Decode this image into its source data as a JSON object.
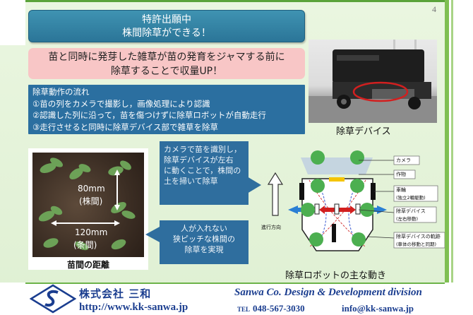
{
  "page_number": "4",
  "title": {
    "line1": "特許出願中",
    "line2": "株間除草ができる！"
  },
  "headline": {
    "line1": "苗と同時に発芽した雑草が苗の発育をジャマする前に",
    "line2": "除草することで収量UP！"
  },
  "flow": {
    "heading": "除草動作の流れ",
    "steps": [
      "①苗の列をカメラで撮影し，画像処理により認識",
      "②認識した列に沿って，苗を傷つけずに除草ロボットが自動走行",
      "③走行させると同時に除草デバイス部で雑草を除草"
    ]
  },
  "device_caption": "除草デバイス",
  "seedling": {
    "distance1": "80mm",
    "label1": "(株間)",
    "distance2": "120mm",
    "label2": "(条間)",
    "caption": "苗間の距離"
  },
  "callout1": {
    "line1": "カメラで苗を識別し，",
    "line2": "除草デバイスが左右",
    "line3": "に動くことで，株間の",
    "line4": "土を掃いて除草"
  },
  "callout2": {
    "line1": "人が入れない",
    "line2": "狭ピッチな株間の",
    "line3": "除草を実現"
  },
  "diagram": {
    "camera": "カメラ",
    "crop": "作物",
    "wheel": "車輪",
    "wheel_note": "(独立2輪駆動)",
    "device": "除草デバイス",
    "device_note": "(左右移動)",
    "trajectory": "除草デバイスの軌跡",
    "trajectory_note": "(車体の移動と同期)",
    "direction": "進行方向",
    "caption": "除草ロボットの主な動き"
  },
  "footer": {
    "company": "株式会社 三和",
    "division": "Sanwa Co. Design & Development division",
    "url": "http://www.kk-sanwa.jp",
    "tel_label": "TEL",
    "tel": "048-567-3030",
    "email": "info@kk-sanwa.jp"
  },
  "colors": {
    "accent_blue": "#2b6fa0",
    "headline_pink": "#f8c6c6",
    "brand_navy": "#1a3d8f",
    "slide_green": "#dff0d3",
    "plant_green": "#4caf50"
  }
}
